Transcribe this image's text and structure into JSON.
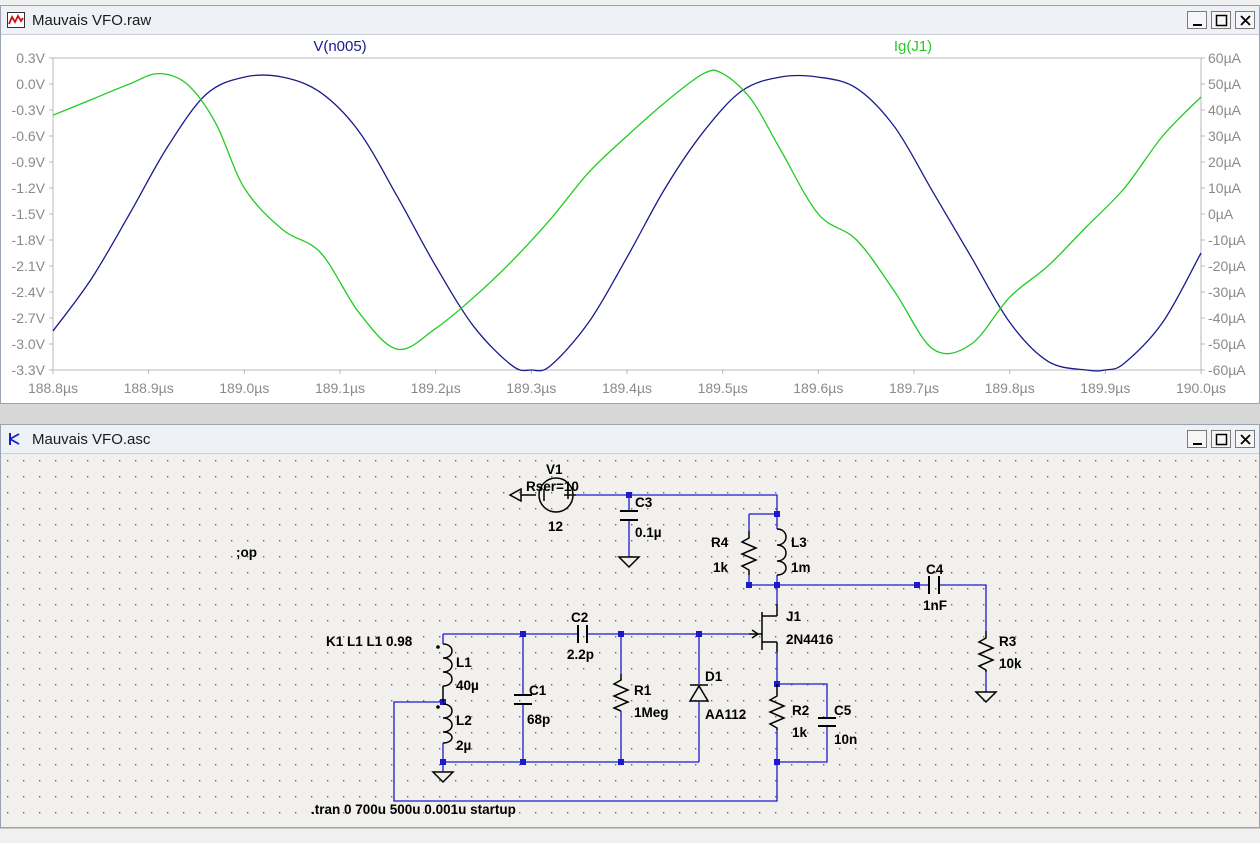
{
  "waveform_window": {
    "title": "Mauvais VFO.raw",
    "trace_voltage_label": "V(n005)",
    "trace_current_label": "Ig(J1)"
  },
  "schematic_window": {
    "title": "Mauvais VFO.asc",
    "labels": {
      "V1": "V1",
      "V1_rser": "Rser=10",
      "V1_val": "12",
      "C3": "C3",
      "C3_val": "0.1µ",
      "R4": "R4",
      "R4_val": "1k",
      "L3": "L3",
      "L3_val": "1m",
      "C4": "C4",
      "C4_val": "1nF",
      "R3": "R3",
      "R3_val": "10k",
      "J1": "J1",
      "J1_val": "2N4416",
      "C2": "C2",
      "C2_val": "2.2p",
      "K1": "K1 L1 L1 0.98",
      "L1": "L1",
      "L1_val": "40µ",
      "L2": "L2",
      "L2_val": "2µ",
      "C1": "C1",
      "C1_val": "68p",
      "R1": "R1",
      "R1_val": "1Meg",
      "D1": "D1",
      "D1_val": "AA112",
      "R2": "R2",
      "R2_val": "1k",
      "C5": "C5",
      "C5_val": "10n",
      "op": ";op",
      "tran": ".tran 0 700u 500u 0.001u startup"
    }
  },
  "colors": {
    "voltage_trace": "#1a1a8c",
    "current_trace": "#22cc22",
    "axis_text": "#8a8a8a",
    "wire": "#1a1acc",
    "component": "#000000"
  },
  "chart_data": {
    "type": "line",
    "title": "",
    "xlabel": "",
    "ylabel": "",
    "x_unit": "µs",
    "xlim": [
      188.8,
      190.0
    ],
    "x_ticks": [
      "188.8µs",
      "188.9µs",
      "189.0µs",
      "189.1µs",
      "189.2µs",
      "189.3µs",
      "189.4µs",
      "189.5µs",
      "189.6µs",
      "189.7µs",
      "189.8µs",
      "189.9µs",
      "190.0µs"
    ],
    "y_left_lim": [
      -3.3,
      0.3
    ],
    "y_left_ticks": [
      "0.3V",
      "0.0V",
      "-0.3V",
      "-0.6V",
      "-0.9V",
      "-1.2V",
      "-1.5V",
      "-1.8V",
      "-2.1V",
      "-2.4V",
      "-2.7V",
      "-3.0V",
      "-3.3V"
    ],
    "y_right_lim": [
      -60,
      60
    ],
    "y_right_ticks": [
      "60µA",
      "50µA",
      "40µA",
      "30µA",
      "20µA",
      "10µA",
      "0µA",
      "-10µA",
      "-20µA",
      "-30µA",
      "-40µA",
      "-50µA",
      "-60µA"
    ],
    "grid": false,
    "series": [
      {
        "name": "V(n005)",
        "axis": "left",
        "x": [
          188.8,
          188.84,
          188.88,
          188.92,
          188.96,
          189.0,
          189.04,
          189.08,
          189.12,
          189.16,
          189.2,
          189.24,
          189.28,
          189.3,
          189.32,
          189.36,
          189.4,
          189.44,
          189.48,
          189.52,
          189.56,
          189.6,
          189.64,
          189.68,
          189.72,
          189.76,
          189.8,
          189.84,
          189.88,
          189.9,
          189.92,
          189.96,
          190.0
        ],
        "values": [
          -2.85,
          -2.25,
          -1.5,
          -0.72,
          -0.12,
          0.08,
          0.08,
          -0.1,
          -0.55,
          -1.3,
          -2.1,
          -2.8,
          -3.25,
          -3.3,
          -3.25,
          -2.75,
          -2.0,
          -1.2,
          -0.55,
          -0.08,
          0.08,
          0.08,
          -0.05,
          -0.5,
          -1.25,
          -2.0,
          -2.75,
          -3.2,
          -3.3,
          -3.3,
          -3.22,
          -2.75,
          -1.95
        ]
      },
      {
        "name": "Ig(J1)",
        "axis": "right",
        "x": [
          188.8,
          188.84,
          188.88,
          188.91,
          188.94,
          188.97,
          189.0,
          189.04,
          189.08,
          189.12,
          189.16,
          189.2,
          189.24,
          189.28,
          189.32,
          189.36,
          189.4,
          189.44,
          189.48,
          189.5,
          189.53,
          189.56,
          189.6,
          189.64,
          189.68,
          189.72,
          189.76,
          189.8,
          189.84,
          189.88,
          189.92,
          189.96,
          190.0
        ],
        "values": [
          38,
          44,
          50,
          54,
          50,
          35,
          10,
          -6,
          -15,
          -38,
          -52,
          -44,
          -32,
          -18,
          -2,
          16,
          30,
          43,
          54,
          54,
          44,
          25,
          0,
          -10,
          -30,
          -52,
          -50,
          -32,
          -20,
          -5,
          10,
          30,
          45
        ]
      }
    ]
  }
}
